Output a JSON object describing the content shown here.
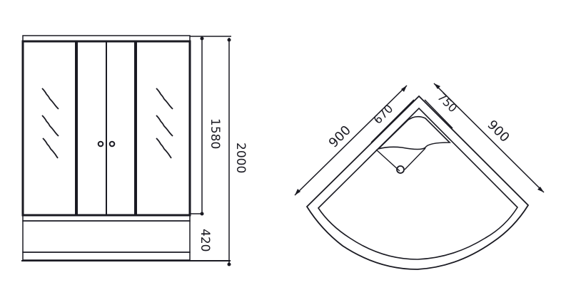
{
  "front_view": {
    "dimensions": {
      "upper_height": "1580",
      "base_height": "420",
      "total_height": "2000"
    },
    "panels": [
      "left-fixed-glass",
      "left-sliding-door",
      "right-sliding-door",
      "right-fixed-glass"
    ]
  },
  "plan_view": {
    "dimensions": {
      "left_outer": "900",
      "right_outer": "900",
      "left_inner": "670",
      "right_inner": "750"
    }
  },
  "colors": {
    "line": "#1a1a22",
    "background": "#ffffff"
  }
}
